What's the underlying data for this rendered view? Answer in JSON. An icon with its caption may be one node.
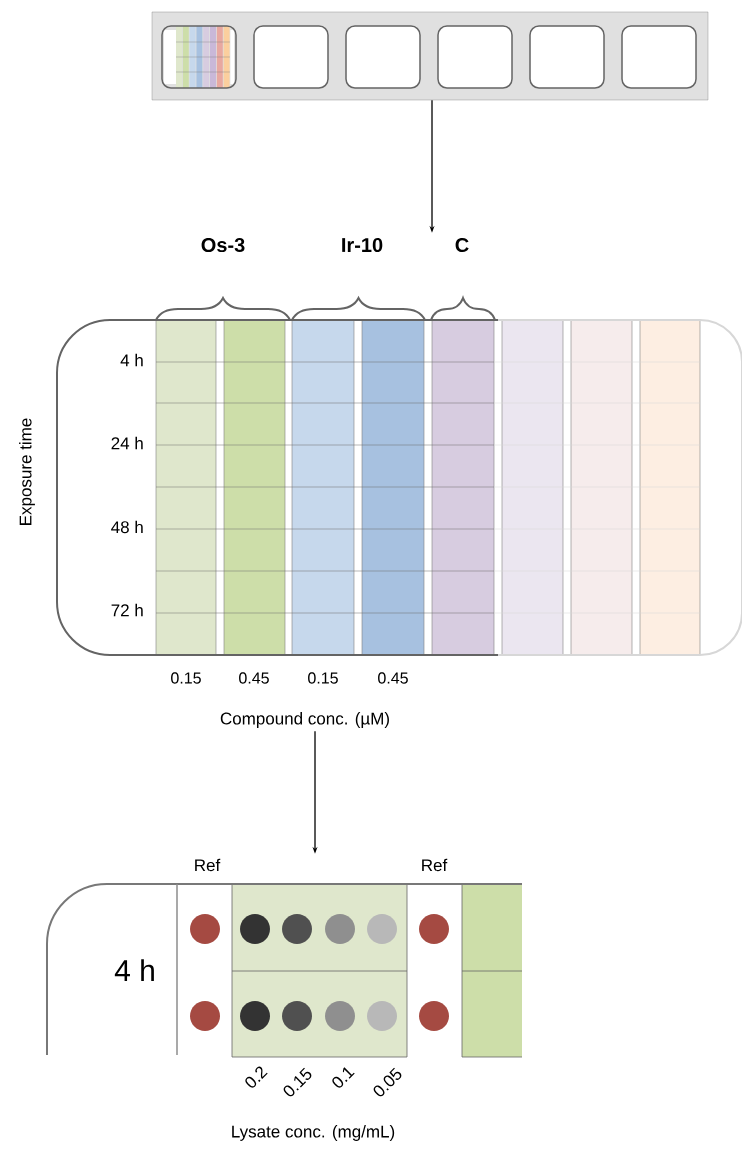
{
  "diagram": {
    "nodes": [
      {
        "text": [],
        "shape": "box"
      },
      {
        "text": [],
        "shape": "picture",
        "beside": [
          "Os-3",
          "Ir-10",
          "C",
          "0.15",
          "0.45",
          "0.15",
          "0.45",
          "Compound conc. (µM)"
        ]
      },
      {
        "text": [],
        "shape": "picture",
        "beside": [
          "Ref",
          "Ref",
          "0.2",
          "0.15",
          "0.1",
          "0.05",
          "Lysate conc. (mg/mL)"
        ]
      }
    ],
    "edges": [
      {
        "from": 0,
        "to": 1,
        "arrow": "to"
      },
      {
        "from": 1,
        "to": 2,
        "arrow": "to"
      }
    ],
    "labels": [
      "4 h",
      "24 h",
      "48 h",
      "72 h",
      "Exposure time",
      "4 h"
    ]
  }
}
